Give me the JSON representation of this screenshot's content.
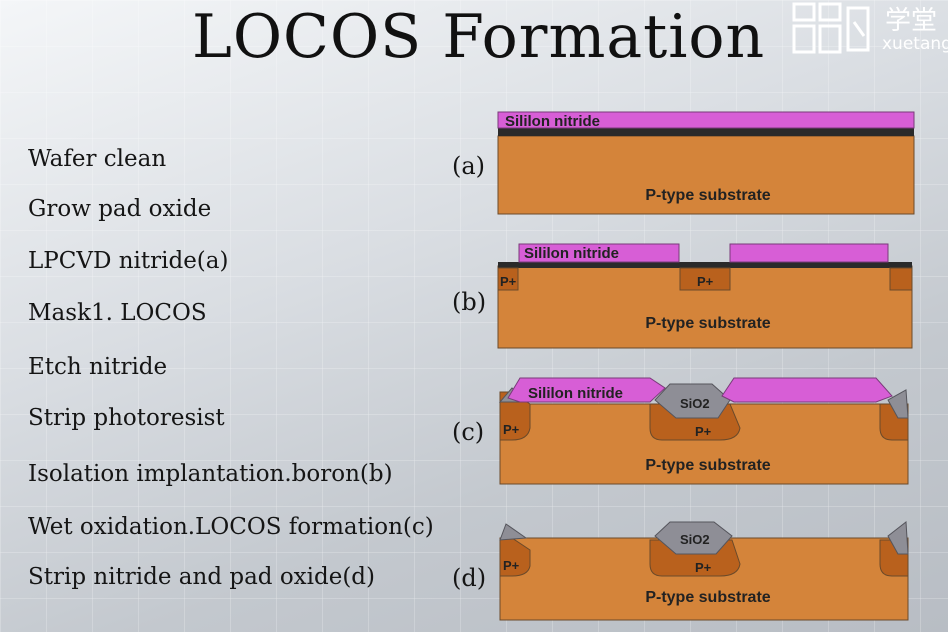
{
  "title": "LOCOS Formation",
  "logo": {
    "cn": "学堂",
    "en": "xuetang"
  },
  "steps": [
    "Wafer clean",
    "Grow pad oxide",
    "LPCVD nitride(a)",
    "Mask1. LOCOS",
    "Etch nitride",
    "Strip photoresist",
    "Isolation implantation.boron(b)",
    "Wet oxidation.LOCOS formation(c)",
    "Strip nitride and pad oxide(d)"
  ],
  "panels": [
    {
      "label": "(a)",
      "nitride": "Sililon nitride",
      "substrate": "P-type substrate"
    },
    {
      "label": "(b)",
      "nitride": "Sililon nitride",
      "substrate": "P-type substrate",
      "doping": "P+"
    },
    {
      "label": "(c)",
      "nitride": "Sililon nitride",
      "substrate": "P-type substrate",
      "doping": "P+",
      "oxide": "SiO2"
    },
    {
      "label": "(d)",
      "substrate": "P-type substrate",
      "doping": "P+",
      "oxide": "SiO2"
    }
  ],
  "colors": {
    "substrate": "#d4843a",
    "doped": "#b9611d",
    "nitride": "#d75ed6",
    "pad_oxide": "#2a2a2a",
    "oxide": "#8e8e96"
  }
}
